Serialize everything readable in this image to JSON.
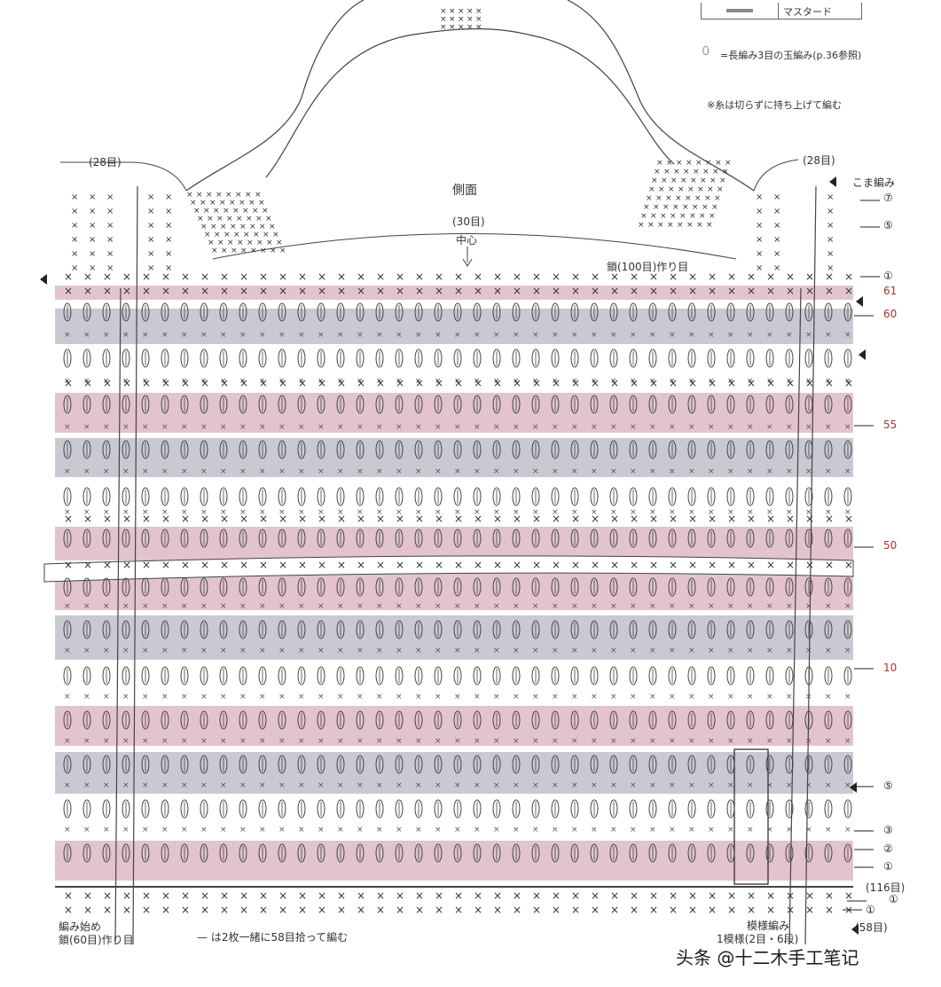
{
  "legend": {
    "color_label": "マスタード",
    "puff_note": "=長編み3目の玉編み(p.36参照)",
    "yarn_note": "※糸は切らずに持ち上げて編む"
  },
  "labels": {
    "side_title": "側面",
    "stitch_28_left": "(28目)",
    "stitch_28_right": "(28目)",
    "stitch_30": "(30目)",
    "center": "中心",
    "chain_100": "鎖(100目)作り目",
    "koma": "こま編み",
    "start_line1": "編み始め",
    "start_line2": "鎖(60目)作り目",
    "pick_up_note": "— は2枚一緒に58目拾って編む",
    "pattern_stitch": "模様編み",
    "pattern_repeat": "1模様(2目・6段)",
    "stitch_116": "(116目)",
    "stitch_58": "(58目)"
  },
  "row_numbers": {
    "r7": "⑦",
    "r5_top": "⑤",
    "r1_top": "①",
    "r61": "61",
    "r60": "60",
    "r55": "55",
    "r50": "50",
    "r10": "10",
    "r5": "⑤",
    "r3": "③",
    "r2": "②",
    "r1": "①",
    "r1_b": "①",
    "r1_c": "①"
  },
  "colors": {
    "pink": "#e3c4cc",
    "gray": "#c8c9d3",
    "line": "#444444"
  },
  "watermark": "头条 @十二木手工笔记"
}
